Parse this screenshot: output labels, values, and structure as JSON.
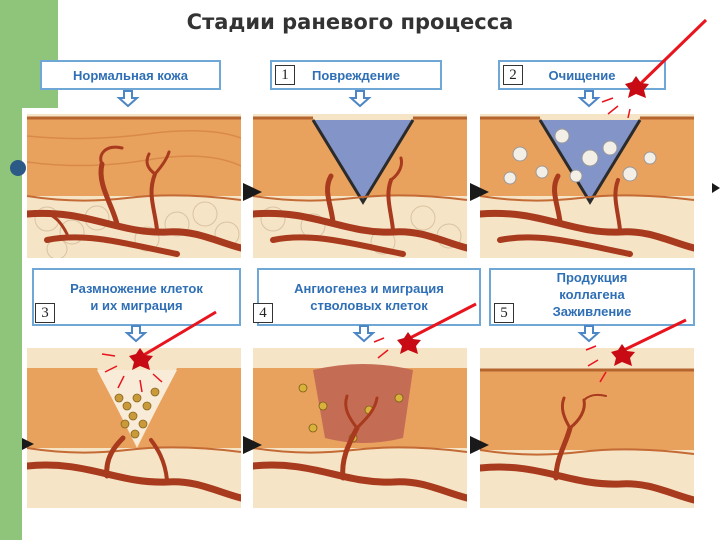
{
  "title": "Стадии раневого процесса",
  "stages": [
    {
      "label": "Нормальная кожа",
      "number": ""
    },
    {
      "label": "Повреждение",
      "number": "1"
    },
    {
      "label": "Очищение",
      "number": "2"
    },
    {
      "label": "Размножение клеток\nи их миграция",
      "number": "3"
    },
    {
      "label": "Ангиогенез и миграция\nстволовых клеток",
      "number": "4"
    },
    {
      "label": "Продукция\nколлагена\nЗаживление",
      "number": "5"
    }
  ],
  "colors": {
    "stage_box_border": "#6fa8d6",
    "stage_box_text": "#2f6fb5",
    "laser_beam": "#e8141e",
    "laser_dot": "#c80a14",
    "skin": "#e9a15e",
    "vessel": "#a83a1e",
    "wound_fluid": "#6f86c8",
    "sidebar": "#8fc57a"
  },
  "icons": [
    "down-arrow-icon",
    "laser-beam-icon",
    "right-arrow-icon"
  ]
}
